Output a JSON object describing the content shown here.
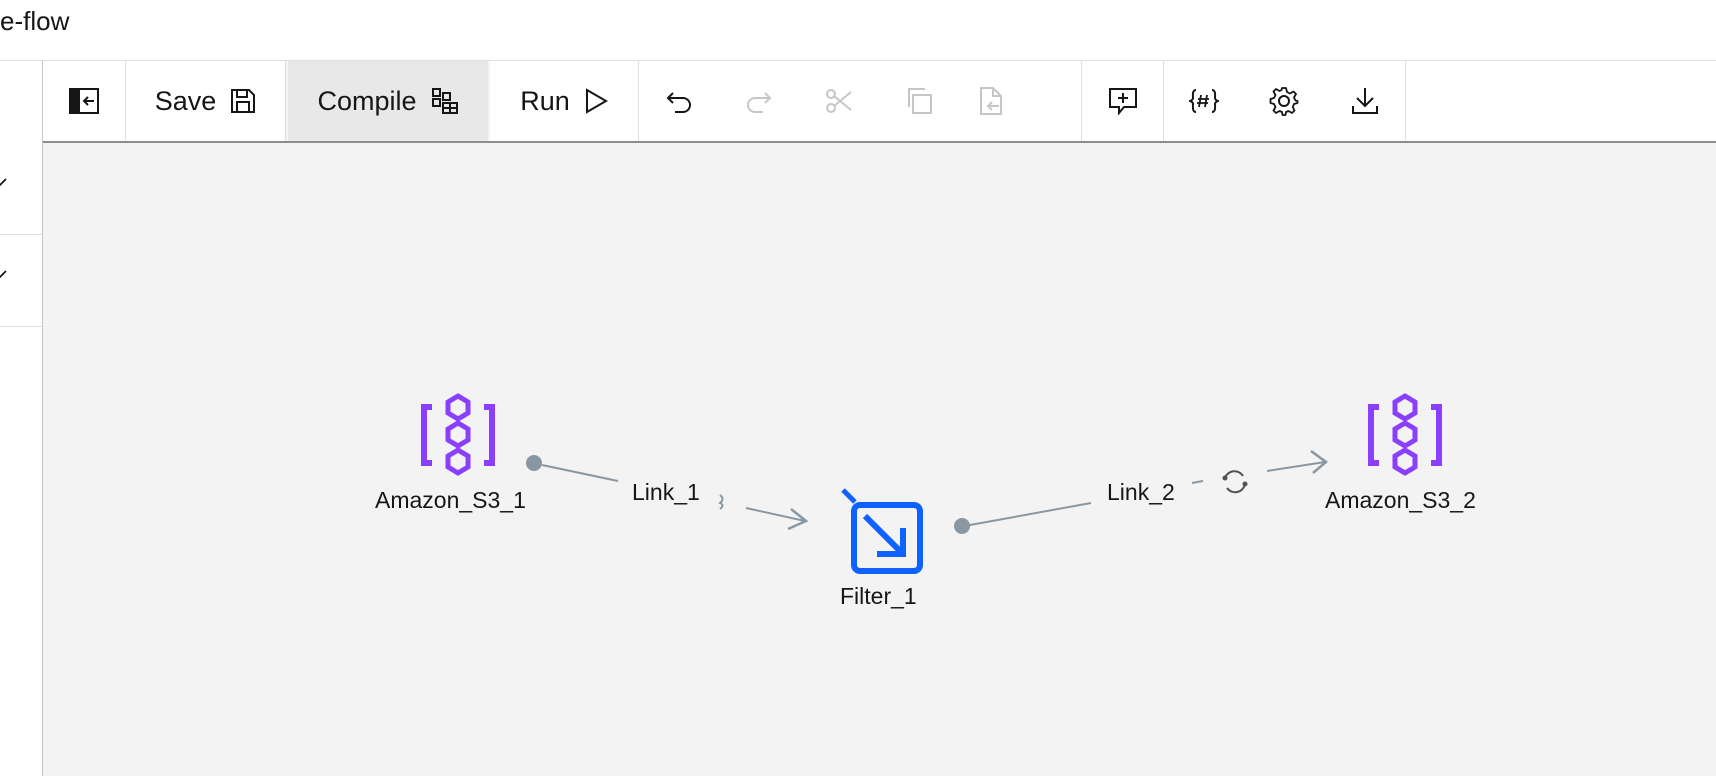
{
  "window": {
    "title": "e-flow"
  },
  "toolbar": {
    "save_label": "Save",
    "compile_label": "Compile",
    "run_label": "Run"
  },
  "canvas": {
    "nodes": [
      {
        "label": "Amazon_S3_1",
        "icon": "amazon-s3-icon"
      },
      {
        "label": "Filter_1",
        "icon": "filter-icon"
      },
      {
        "label": "Amazon_S3_2",
        "icon": "amazon-s3-icon"
      }
    ],
    "links": [
      {
        "label": "Link_1"
      },
      {
        "label": "Link_2"
      }
    ]
  },
  "colors": {
    "s3_purple": "#8a3ffc",
    "filter_blue": "#0f62fe",
    "link_gray": "#8897a2",
    "canvas_bg": "#f3f3f3"
  }
}
